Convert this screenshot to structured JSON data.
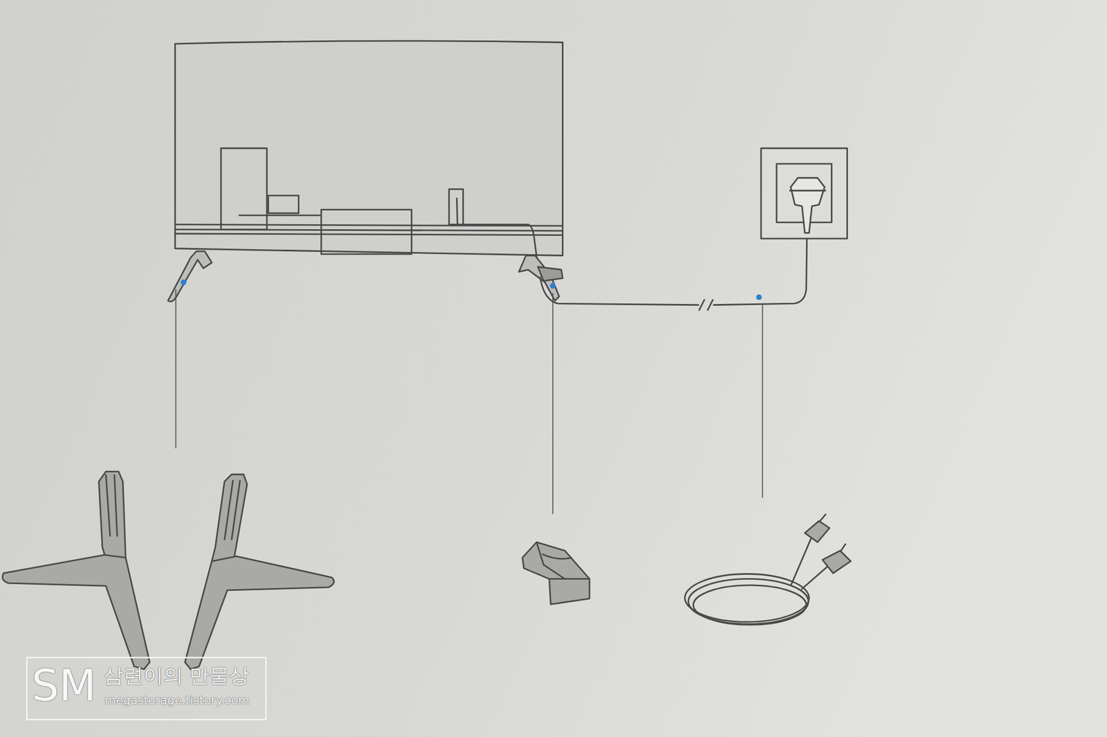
{
  "diagram": {
    "labels": [
      "SM",
      "삼련이의 만물상",
      "megastorage.tistory.com"
    ]
  }
}
